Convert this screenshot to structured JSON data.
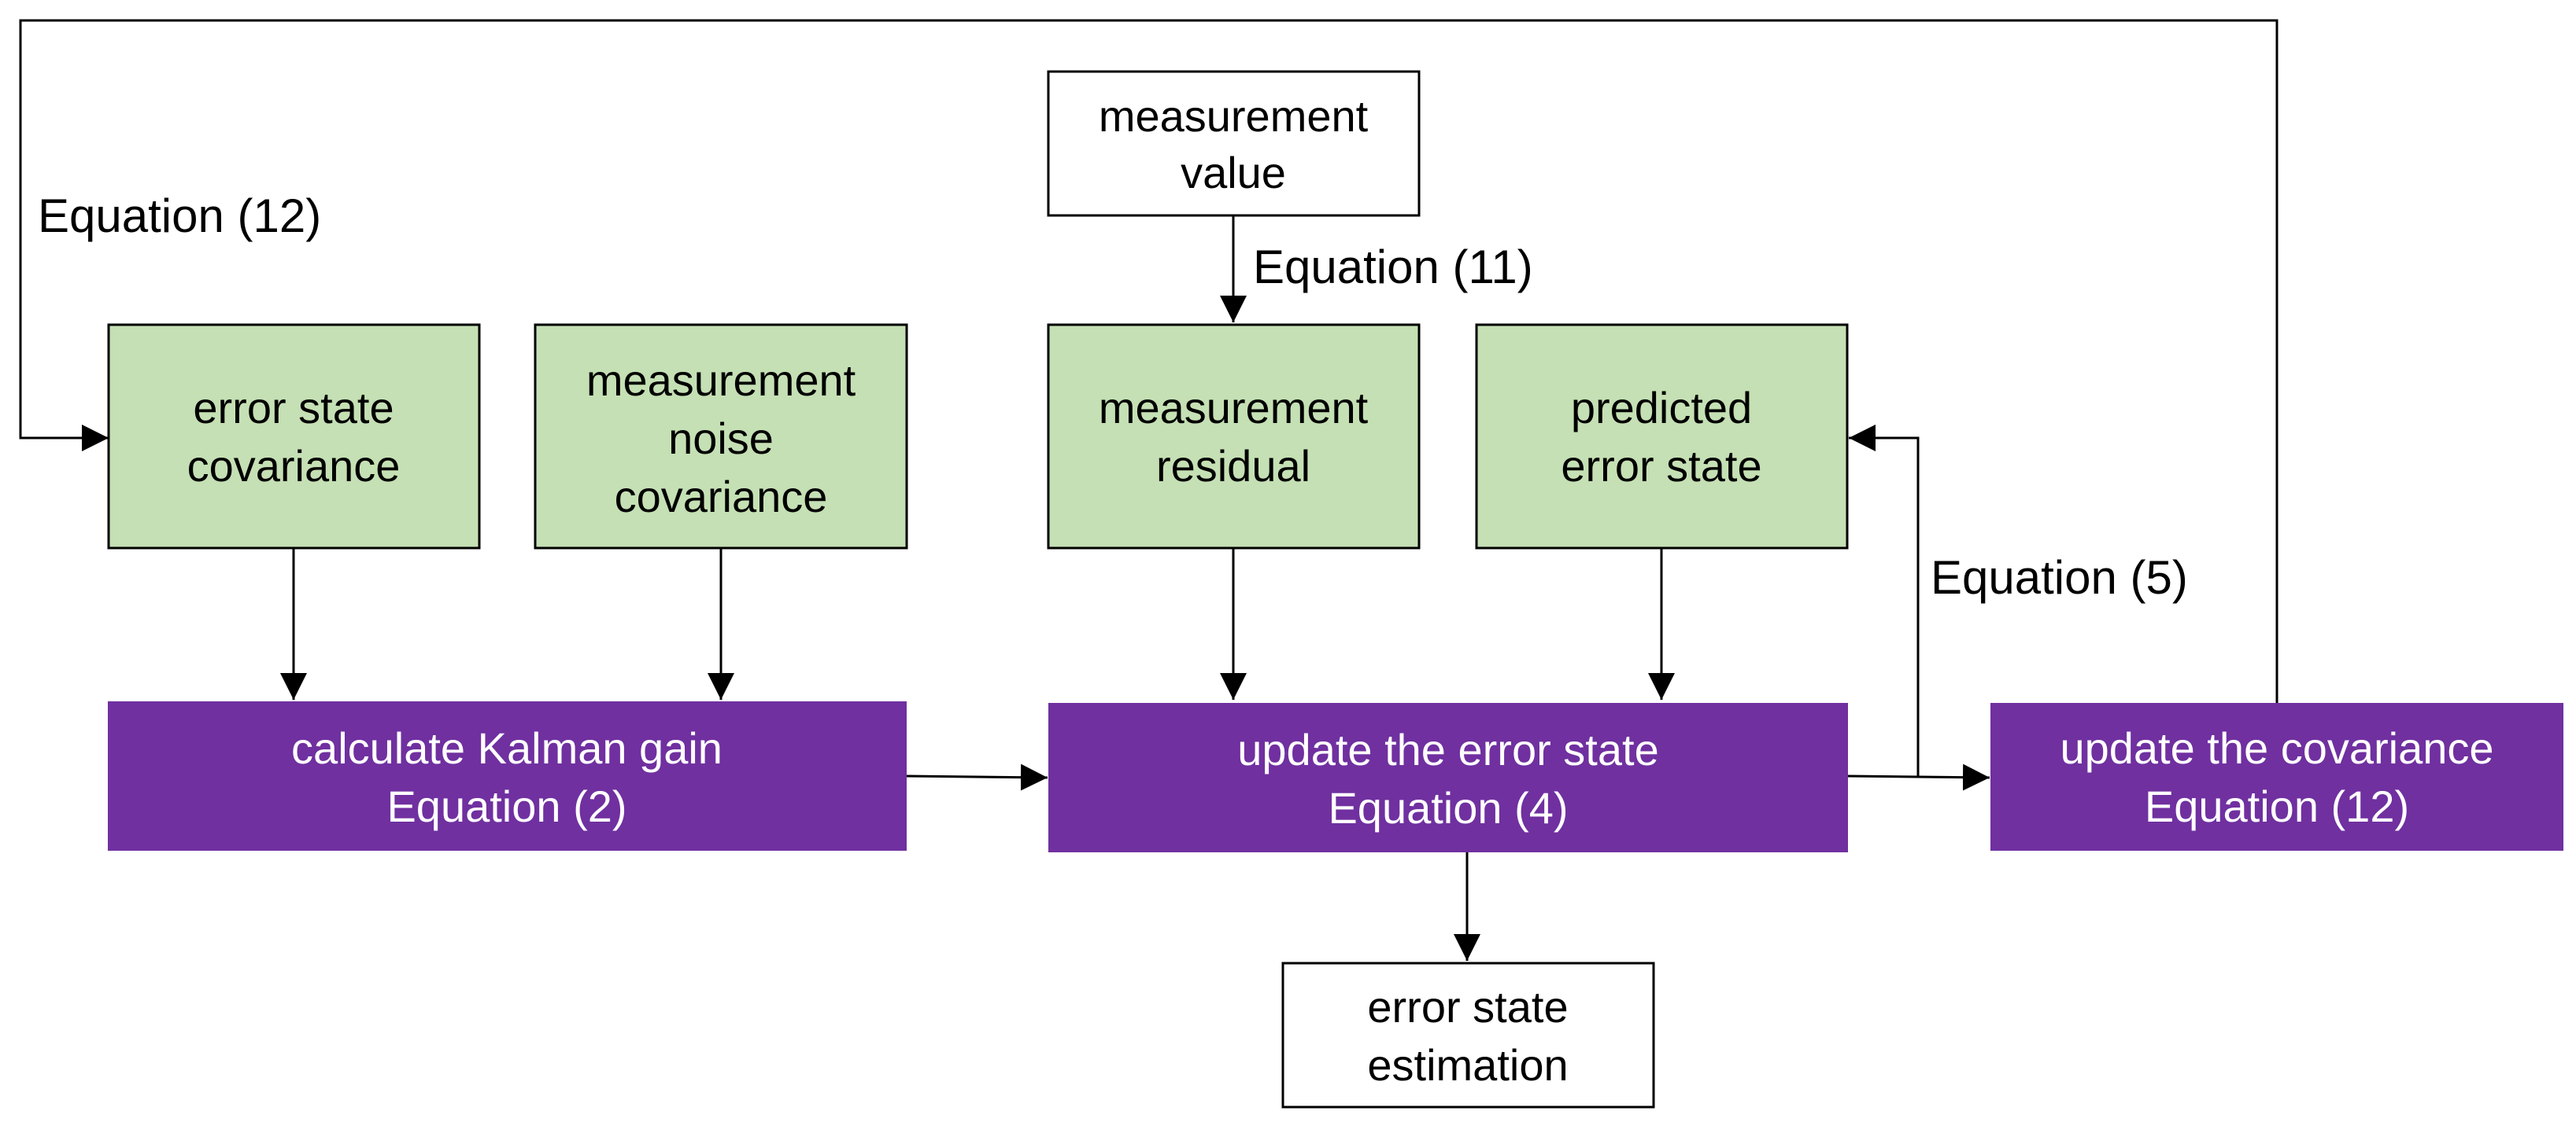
{
  "colors": {
    "green_fill": "#c5e0b4",
    "purple_fill": "#7030a0",
    "white_fill": "#ffffff",
    "stroke": "#000000",
    "purple_text": "#ffffff"
  },
  "nodes": {
    "measurement_value": [
      "measurement",
      "value"
    ],
    "error_state_covariance": [
      "error state",
      "covariance"
    ],
    "measurement_noise_covariance": [
      "measurement",
      "noise",
      "covariance"
    ],
    "measurement_residual": [
      "measurement",
      "residual"
    ],
    "predicted_error_state": [
      "predicted",
      "error state"
    ],
    "calculate_kalman_gain": [
      "calculate Kalman gain",
      "Equation (2)"
    ],
    "update_error_state": [
      "update the error state",
      "Equation (4)"
    ],
    "update_covariance": [
      "update the covariance",
      "Equation (12)"
    ],
    "error_state_estimation": [
      "error state",
      "estimation"
    ]
  },
  "edge_labels": {
    "feedback_covariance": "Equation (12)",
    "measurement_to_residual": "Equation  (11)",
    "feedback_predicted": "Equation (5)"
  }
}
